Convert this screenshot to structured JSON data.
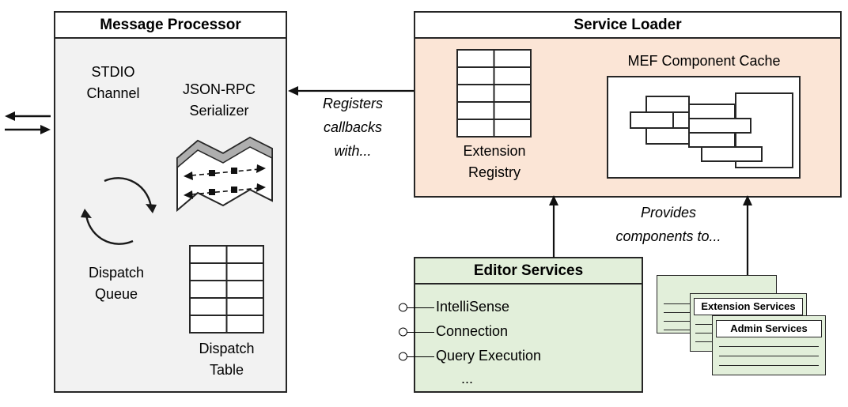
{
  "message_processor": {
    "title": "Message Processor",
    "stdio": "STDIO\nChannel",
    "serializer": "JSON-RPC\nSerializer",
    "queue": "Dispatch\nQueue",
    "table": "Dispatch\nTable"
  },
  "service_loader": {
    "title": "Service Loader",
    "registry": "Extension\nRegistry",
    "mef": "MEF Component Cache"
  },
  "editor_services": {
    "title": "Editor Services",
    "items": [
      "IntelliSense",
      "Connection",
      "Query Execution"
    ],
    "ellipsis": "..."
  },
  "cards": {
    "extension": "Extension Services",
    "admin": "Admin Services"
  },
  "annotations": {
    "registers": "Registers\ncallbacks\nwith...",
    "provides": "Provides\ncomponents to..."
  },
  "colors": {
    "message_processor_fill": "#f2f2f2",
    "service_loader_fill": "#fbe5d6",
    "editor_services_fill": "#e2efda",
    "border": "#262626"
  }
}
